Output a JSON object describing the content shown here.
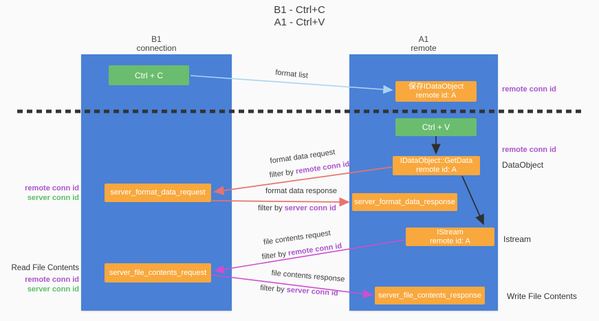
{
  "title": {
    "line1": "B1 - Ctrl+C",
    "line2": "A1 - Ctrl+V"
  },
  "lanes": {
    "left": {
      "name": "B1",
      "role": "connection"
    },
    "right": {
      "name": "A1",
      "role": "remote"
    }
  },
  "boxes": {
    "ctrl_c": {
      "label": "Ctrl + C"
    },
    "save_dataobject": {
      "line1": "保存IDataObject",
      "line2": "remote id: A"
    },
    "ctrl_v": {
      "label": "Ctrl + V"
    },
    "getdata": {
      "line1": "IDataObject::GetData",
      "line2": "remote id: A"
    },
    "format_request": {
      "label": "server_format_data_request"
    },
    "format_response": {
      "label": "server_format_data_response"
    },
    "istream": {
      "line1": "IStream",
      "line2": "remote id: A"
    },
    "file_request": {
      "label": "server_file_contents_request"
    },
    "file_response": {
      "label": "server_file_contents_response"
    }
  },
  "right_labels": {
    "remote_conn_top": "remote conn id",
    "remote_conn_mid": "remote conn id",
    "dataobject": "DataObject",
    "istream": "Istream",
    "write_file": "Write File Contents"
  },
  "left_labels": {
    "remote_conn_1": "remote conn id",
    "server_conn_1": "server conn id",
    "read_file": "Read File Contents",
    "remote_conn_2": "remote conn id",
    "server_conn_2": "server conn id"
  },
  "arrow_labels": {
    "format_list": "format list",
    "format_request": "format data request",
    "format_request_filter_prefix": "filter by ",
    "format_request_filter_key": "remote conn id",
    "format_response": "format data response",
    "format_response_filter_prefix": "filter by ",
    "format_response_filter_key": "server conn id",
    "file_request": "file contents request",
    "file_request_filter_prefix": "filter by ",
    "file_request_filter_key": "remote conn id",
    "file_response": "file contents response",
    "file_response_filter_prefix": "filter by ",
    "file_response_filter_key": "server conn id"
  },
  "colors": {
    "bg": "#fafafa",
    "column-blue": "#4a80d6",
    "box-green": "#6abd6e",
    "box-orange": "#f8a83d",
    "label-purple": "#aa55cc",
    "label-green": "#5fbd66",
    "arrow-blue": "#a9d3f2",
    "arrow-red": "#e8736e",
    "arrow-magenta": "#cf4ecf",
    "arrow-black": "#2f2f2f",
    "text-dark": "#3c3c3c"
  }
}
